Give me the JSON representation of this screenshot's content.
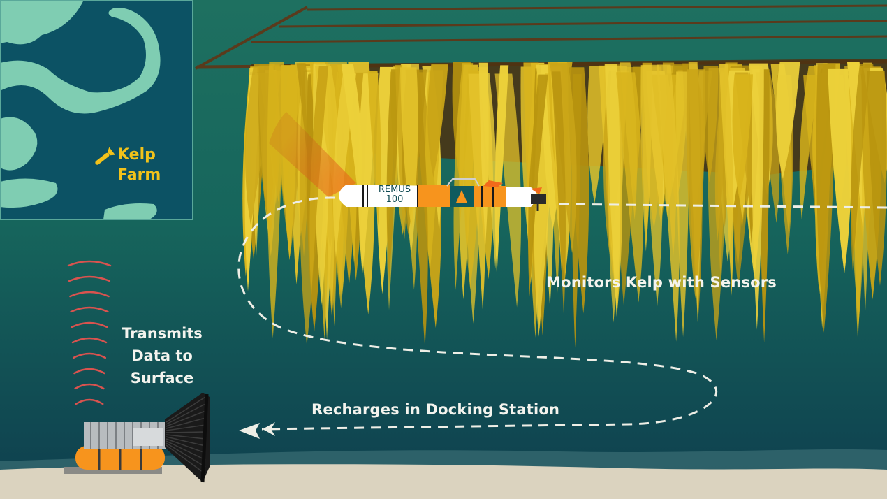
{
  "labels": {
    "monitors": "Monitors Kelp with Sensors",
    "recharges": "Recharges in Docking Station",
    "transmits_line1": "Transmits",
    "transmits_line2": "Data to",
    "transmits_line3": "Surface"
  },
  "inset_map": {
    "marker_line1": "Kelp",
    "marker_line2": "Farm",
    "land_color": "#7fcdb2",
    "water_color": "#0c5264",
    "marker_color": "#f2c21a"
  },
  "vehicle": {
    "name_line1": "REMUS",
    "name_line2": "100",
    "body_color": "#ffffff",
    "band_color": "#f7941d",
    "accent_color": "#0f5b5f"
  },
  "colors": {
    "water_top": "#1b6a58",
    "water_bottom": "#0e3f4f",
    "seafloor": "#dbd3bf",
    "kelp": "#d8b41c",
    "kelp_shadow": "#5b3b12",
    "signal": "#d9534f",
    "path": "#f0f0ea"
  },
  "icons": [
    "map-marker-icon",
    "signal-waves-icon",
    "arrow-left-icon"
  ]
}
